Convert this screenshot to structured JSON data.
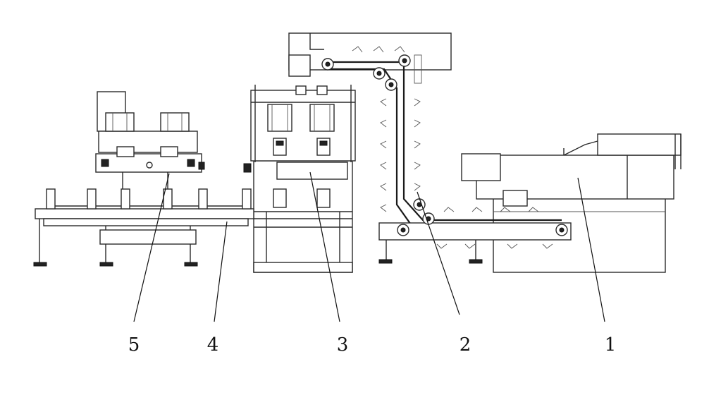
{
  "labels": {
    "item_1": "1",
    "item_2": "2",
    "item_3": "3",
    "item_4": "4",
    "item_5": "5"
  },
  "colors": {
    "line": "#2a2a2a",
    "background": "#ffffff"
  }
}
